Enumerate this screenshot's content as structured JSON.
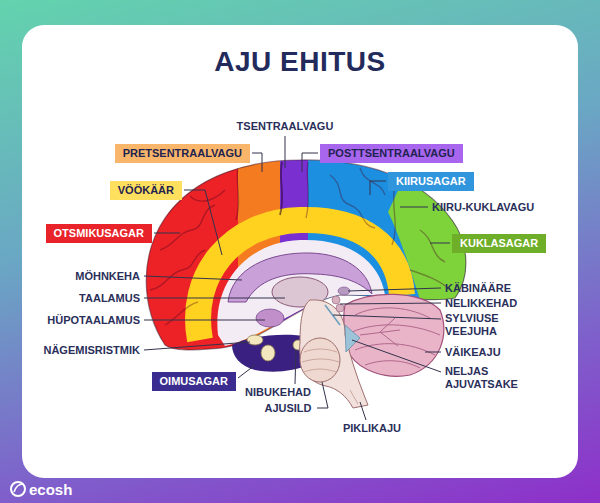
{
  "diagram": {
    "title": "AJU EHITUS",
    "nodes": [
      {
        "text": [
          "PRETSENTRAALVAGU"
        ]
      },
      {
        "text": [
          "POSTTSENTRAALVAGU"
        ]
      },
      {
        "text": [
          "KIIRUSAGAR"
        ]
      },
      {
        "text": [
          "VÖÖKÄÄR"
        ]
      },
      {
        "text": [
          "OTSMIKUSAGAR"
        ]
      },
      {
        "text": [
          "KUKLASAGAR"
        ]
      },
      {
        "text": [
          "OIMUSAGAR"
        ]
      }
    ],
    "labels": [
      "TSENTRAALVAGU",
      "KIIRU-KUKLAVAGU",
      "MÖHNKEHA",
      "KÄBINÄÄRE",
      "TAALAMUS",
      "NELIKKEHAD",
      "HÜPOTAALAMUS",
      "SYLVIUSE VEEJUHA",
      "NÄGEMISRISTMIK",
      "VÄIKEAJU",
      "NELJAS AJUVATSAKE",
      "NIBUKEHAD",
      "AJUSILD",
      "PIKLIKAJU",
      "ecosh"
    ]
  }
}
